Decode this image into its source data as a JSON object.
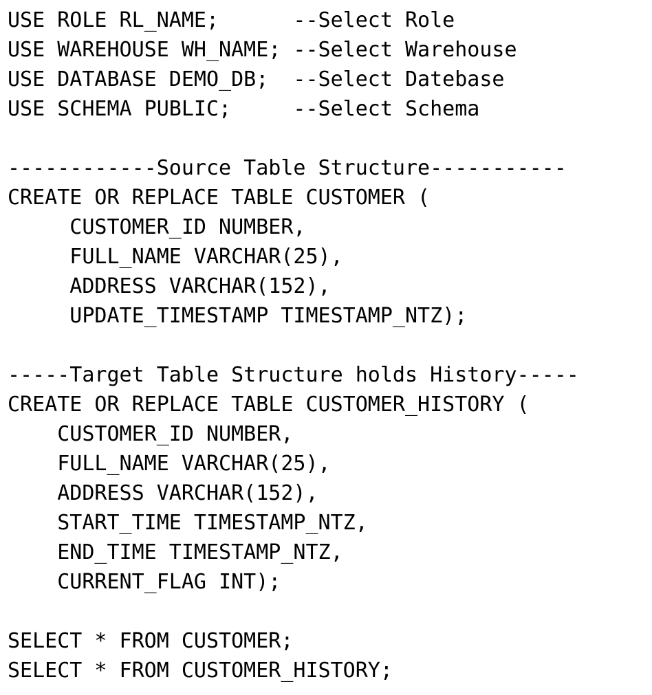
{
  "editor": {
    "lines": [
      "USE ROLE RL_NAME;      --Select Role",
      "USE WAREHOUSE WH_NAME; --Select Warehouse",
      "USE DATABASE DEMO_DB;  --Select Datebase",
      "USE SCHEMA PUBLIC;     --Select Schema",
      "",
      "------------Source Table Structure-----------",
      "CREATE OR REPLACE TABLE CUSTOMER (",
      "     CUSTOMER_ID NUMBER,",
      "     FULL_NAME VARCHAR(25),",
      "     ADDRESS VARCHAR(152),",
      "     UPDATE_TIMESTAMP TIMESTAMP_NTZ);",
      "",
      "-----Target Table Structure holds History-----",
      "CREATE OR REPLACE TABLE CUSTOMER_HISTORY (",
      "    CUSTOMER_ID NUMBER,",
      "    FULL_NAME VARCHAR(25),",
      "    ADDRESS VARCHAR(152),",
      "    START_TIME TIMESTAMP_NTZ,",
      "    END_TIME TIMESTAMP_NTZ,",
      "    CURRENT_FLAG INT);",
      "",
      "SELECT * FROM CUSTOMER;",
      "SELECT * FROM CUSTOMER_HISTORY;"
    ]
  }
}
